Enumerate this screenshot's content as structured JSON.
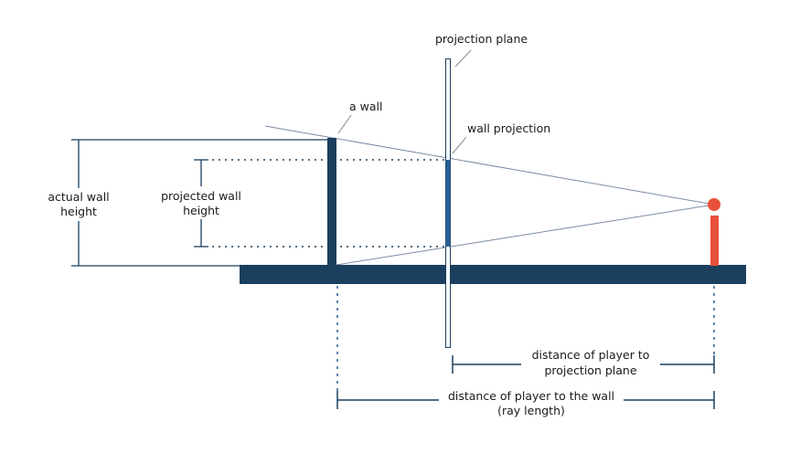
{
  "labels": {
    "projection_plane": "projection plane",
    "a_wall": "a wall",
    "wall_projection": "wall projection",
    "actual_wall_height_line1": "actual wall",
    "actual_wall_height_line2": "height",
    "projected_wall_height_line1": "projected wall",
    "projected_wall_height_line2": "height",
    "distance_to_plane_line1": "distance of player to",
    "distance_to_plane_line2": "projection plane",
    "distance_to_wall_line1": "distance of player to the wall",
    "distance_to_wall_line2": "(ray length)"
  },
  "colors": {
    "navy": "#1b3f5e",
    "projection_blue": "#2a5f95",
    "player_red": "#e8513a",
    "ray_gray": "#7c8ba3"
  }
}
